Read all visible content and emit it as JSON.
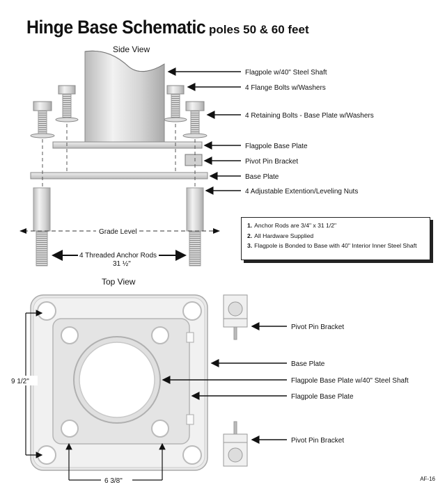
{
  "title": {
    "main": "Hinge Base Schematic",
    "sub": "poles 50 & 60 feet"
  },
  "side_view": {
    "heading": "Side View",
    "callouts": [
      "Flagpole w/40\" Steel Shaft",
      "4 Flange Bolts w/Washers",
      "4 Retaining Bolts - Base Plate w/Washers",
      "Flagpole Base Plate",
      "Pivot Pin Bracket",
      "Base Plate",
      "4 Adjustable Extention/Leveling Nuts"
    ],
    "grade_level": "Grade Level",
    "anchor_rods": "4 Threaded Anchor Rods",
    "anchor_rods_length": "31 ½\""
  },
  "notes": [
    {
      "num": "1.",
      "text": "Anchor Rods are 3/4\" x   31 1/2\""
    },
    {
      "num": "2.",
      "text": "All Hardware Supplied"
    },
    {
      "num": "3.",
      "text": "Flagpole is Bonded to Base with 40\" Interior Inner Steel Shaft"
    }
  ],
  "top_view": {
    "heading": "Top View",
    "callouts": [
      "Pivot Pin Bracket",
      "Base Plate",
      "Flagpole Base Plate w/40\" Steel Shaft",
      "Flagpole Base Plate",
      "Pivot Pin Bracket"
    ],
    "dim_height": "9 1/2\"",
    "dim_width": "6  3/8\""
  },
  "page_code": "AF-16"
}
